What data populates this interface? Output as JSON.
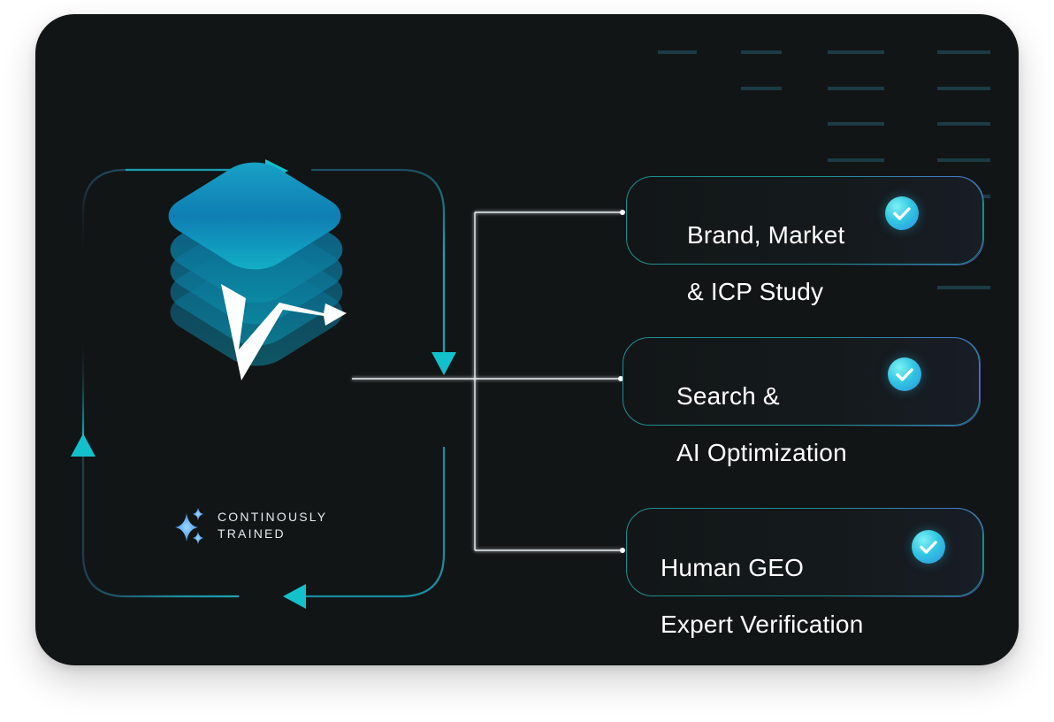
{
  "badge": {
    "line1": "CONTINOUSLY",
    "line2": "TRAINED"
  },
  "pills": [
    {
      "line1": "Brand, Market",
      "line2": "& ICP Study"
    },
    {
      "line1": "Search &",
      "line2": "AI Optimization"
    },
    {
      "line1": "Human GEO",
      "line2": "Expert Verification"
    }
  ],
  "colors": {
    "background": "#121516",
    "accent_teal": "#13c1cc",
    "pill_border": "#1d8f93",
    "check": "#31c7e2"
  },
  "icons": [
    "logo-icon",
    "sparkle-icon",
    "check-circle-icon",
    "arrow-right-icon",
    "arrow-down-icon",
    "arrow-left-icon",
    "arrow-up-icon"
  ]
}
